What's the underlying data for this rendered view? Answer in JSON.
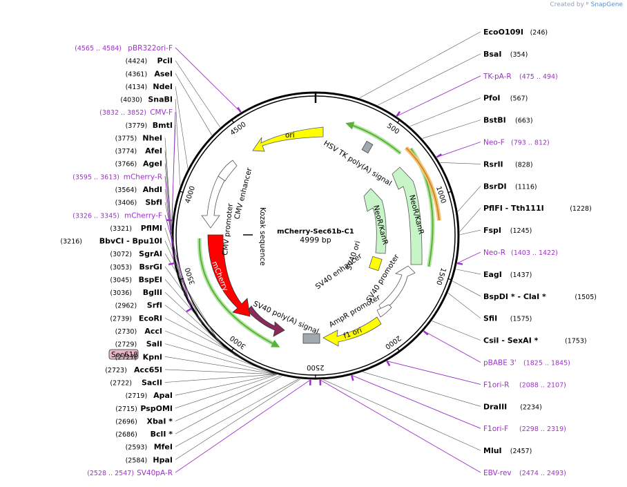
{
  "credit": {
    "prefix": "Created by",
    "brand": "SnapGene"
  },
  "plasmid": {
    "name": "mCherry-Sec61b-C1",
    "size_label": "4999 bp",
    "length": 4999
  },
  "ticks": [
    "500",
    "1000",
    "1500",
    "2000",
    "2500",
    "3000",
    "3500",
    "4000",
    "4500"
  ],
  "colors": {
    "primer": "#9b30c8",
    "yellow": "#ffff00",
    "green": "#c8f5c8",
    "red": "#ff0000",
    "purple": "#8b2a5a",
    "gray": "#a0a8b0",
    "orange": "#f7c070",
    "linegreen": "#5ab23a"
  },
  "features": [
    {
      "label": "ori",
      "type": "arrow"
    },
    {
      "label": "HSV TK poly(A) signal",
      "type": "bar"
    },
    {
      "label": "NeoR/KanR",
      "type": "arrow"
    },
    {
      "label": "NeoR/KanR",
      "type": "arrow"
    },
    {
      "label": "SV40 ori",
      "type": "box"
    },
    {
      "label": "SV40 enhancer",
      "type": "text"
    },
    {
      "label": "SV40 promoter",
      "type": "arrow"
    },
    {
      "label": "AmpR promoter",
      "type": "arrow"
    },
    {
      "label": "f1 ori",
      "type": "arrow"
    },
    {
      "label": "SV40 poly(A) signal",
      "type": "arrow"
    },
    {
      "label": "mCherry",
      "type": "arrow"
    },
    {
      "label": "CMV promoter",
      "type": "arrow"
    },
    {
      "label": "CMV enhancer",
      "type": "arrow"
    },
    {
      "label": "Kozak sequence",
      "type": "text"
    }
  ],
  "feature_tag": "Sec61β",
  "sites": [
    {
      "name": "EcoO109I",
      "pos": "(246)",
      "side": "R"
    },
    {
      "name": "BsaI",
      "pos": "(354)",
      "side": "R"
    },
    {
      "name": "TK-pA-R",
      "pos": "(475 .. 494)",
      "side": "R",
      "primer": true
    },
    {
      "name": "PfoI",
      "pos": "(567)",
      "side": "R"
    },
    {
      "name": "BstBI",
      "pos": "(663)",
      "side": "R"
    },
    {
      "name": "Neo-F",
      "pos": "(793 .. 812)",
      "side": "R",
      "primer": true
    },
    {
      "name": "RsrII",
      "pos": "(828)",
      "side": "R"
    },
    {
      "name": "BsrDI",
      "pos": "(1116)",
      "side": "R"
    },
    {
      "name": "PflFI  - Tth111I",
      "pos": "(1228)",
      "side": "R"
    },
    {
      "name": "FspI",
      "pos": "(1245)",
      "side": "R"
    },
    {
      "name": "Neo-R",
      "pos": "(1403 .. 1422)",
      "side": "R",
      "primer": true
    },
    {
      "name": "EagI",
      "pos": "(1437)",
      "side": "R"
    },
    {
      "name": "BspDI *  - ClaI *",
      "pos": "(1505)",
      "side": "R"
    },
    {
      "name": "SfiI",
      "pos": "(1575)",
      "side": "R"
    },
    {
      "name": "CsiI  - SexAI *",
      "pos": "(1753)",
      "side": "R"
    },
    {
      "name": "pBABE 3'",
      "pos": "(1825 .. 1845)",
      "side": "R",
      "primer": true
    },
    {
      "name": "F1ori-R",
      "pos": "(2088 .. 2107)",
      "side": "R",
      "primer": true
    },
    {
      "name": "DraIII",
      "pos": "(2234)",
      "side": "R"
    },
    {
      "name": "F1ori-F",
      "pos": "(2298 .. 2319)",
      "side": "R",
      "primer": true
    },
    {
      "name": "MluI",
      "pos": "(2457)",
      "side": "R"
    },
    {
      "name": "EBV-rev",
      "pos": "(2474 .. 2493)",
      "side": "R",
      "primer": true
    },
    {
      "name": "SV40pA-R",
      "pos": "(2528 .. 2547)",
      "side": "L",
      "primer": true
    },
    {
      "name": "HpaI",
      "pos": "(2584)",
      "side": "L"
    },
    {
      "name": "MfeI",
      "pos": "(2593)",
      "side": "L"
    },
    {
      "name": "BclI *",
      "pos": "(2686)",
      "side": "L"
    },
    {
      "name": "XbaI *",
      "pos": "(2696)",
      "side": "L"
    },
    {
      "name": "PspOMI",
      "pos": "(2715)",
      "side": "L"
    },
    {
      "name": "ApaI",
      "pos": "(2719)",
      "side": "L"
    },
    {
      "name": "SacII",
      "pos": "(2722)",
      "side": "L"
    },
    {
      "name": "Acc65I",
      "pos": "(2723)",
      "side": "L"
    },
    {
      "name": "KpnI",
      "pos": "(2727)",
      "side": "L"
    },
    {
      "name": "SalI",
      "pos": "(2729)",
      "side": "L"
    },
    {
      "name": "AccI",
      "pos": "(2730)",
      "side": "L"
    },
    {
      "name": "EcoRI",
      "pos": "(2739)",
      "side": "L"
    },
    {
      "name": "SrfI",
      "pos": "(2962)",
      "side": "L"
    },
    {
      "name": "BglII",
      "pos": "(3036)",
      "side": "L"
    },
    {
      "name": "BspEI",
      "pos": "(3045)",
      "side": "L"
    },
    {
      "name": "BsrGI",
      "pos": "(3053)",
      "side": "L"
    },
    {
      "name": "SgrAI",
      "pos": "(3072)",
      "side": "L"
    },
    {
      "name": "BbvCI  - Bpu10I",
      "pos": "(3216)",
      "side": "L"
    },
    {
      "name": "PflMI",
      "pos": "(3321)",
      "side": "L"
    },
    {
      "name": "mCherry-F",
      "pos": "(3326 .. 3345)",
      "side": "L",
      "primer": true
    },
    {
      "name": "SbfI",
      "pos": "(3406)",
      "side": "L"
    },
    {
      "name": "AhdI",
      "pos": "(3564)",
      "side": "L"
    },
    {
      "name": "mCherry-R",
      "pos": "(3595 .. 3613)",
      "side": "L",
      "primer": true
    },
    {
      "name": "AgeI",
      "pos": "(3766)",
      "side": "L"
    },
    {
      "name": "AfeI",
      "pos": "(3774)",
      "side": "L"
    },
    {
      "name": "NheI",
      "pos": "(3775)",
      "side": "L"
    },
    {
      "name": "BmtI",
      "pos": "(3779)",
      "side": "L"
    },
    {
      "name": "CMV-F",
      "pos": "(3832 .. 3852)",
      "side": "L",
      "primer": true
    },
    {
      "name": "SnaBI",
      "pos": "(4030)",
      "side": "L"
    },
    {
      "name": "NdeI",
      "pos": "(4134)",
      "side": "L"
    },
    {
      "name": "AseI",
      "pos": "(4361)",
      "side": "L"
    },
    {
      "name": "PciI",
      "pos": "(4424)",
      "side": "L"
    },
    {
      "name": "pBR322ori-F",
      "pos": "(4565 .. 4584)",
      "side": "L",
      "primer": true
    }
  ]
}
